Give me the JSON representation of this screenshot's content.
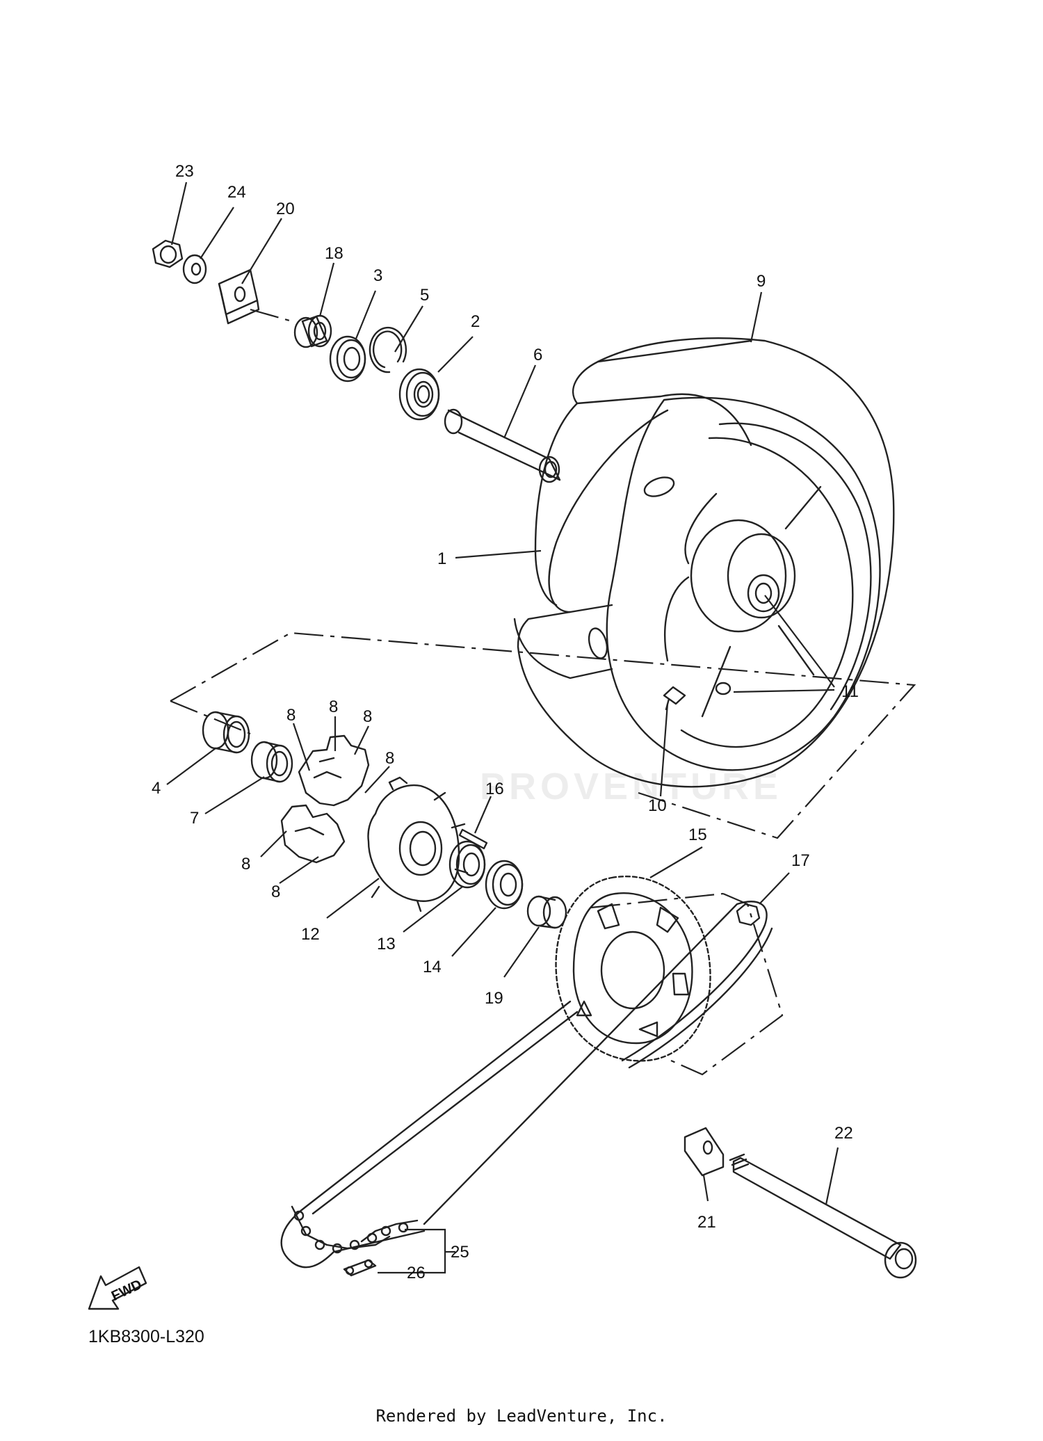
{
  "diagram": {
    "callouts": [
      "1",
      "2",
      "3",
      "4",
      "5",
      "6",
      "7",
      "8",
      "9",
      "10",
      "11",
      "12",
      "13",
      "14",
      "15",
      "16",
      "17",
      "18",
      "19",
      "20",
      "21",
      "22",
      "23",
      "24",
      "25",
      "26"
    ],
    "fwd_label": "FWD",
    "diagram_code": "1KB8300-L320",
    "watermark_text": "PROVENTURE",
    "rendered_by": "Rendered by LeadVenture, Inc."
  },
  "colors": {
    "line": "#222222",
    "background": "#ffffff"
  }
}
